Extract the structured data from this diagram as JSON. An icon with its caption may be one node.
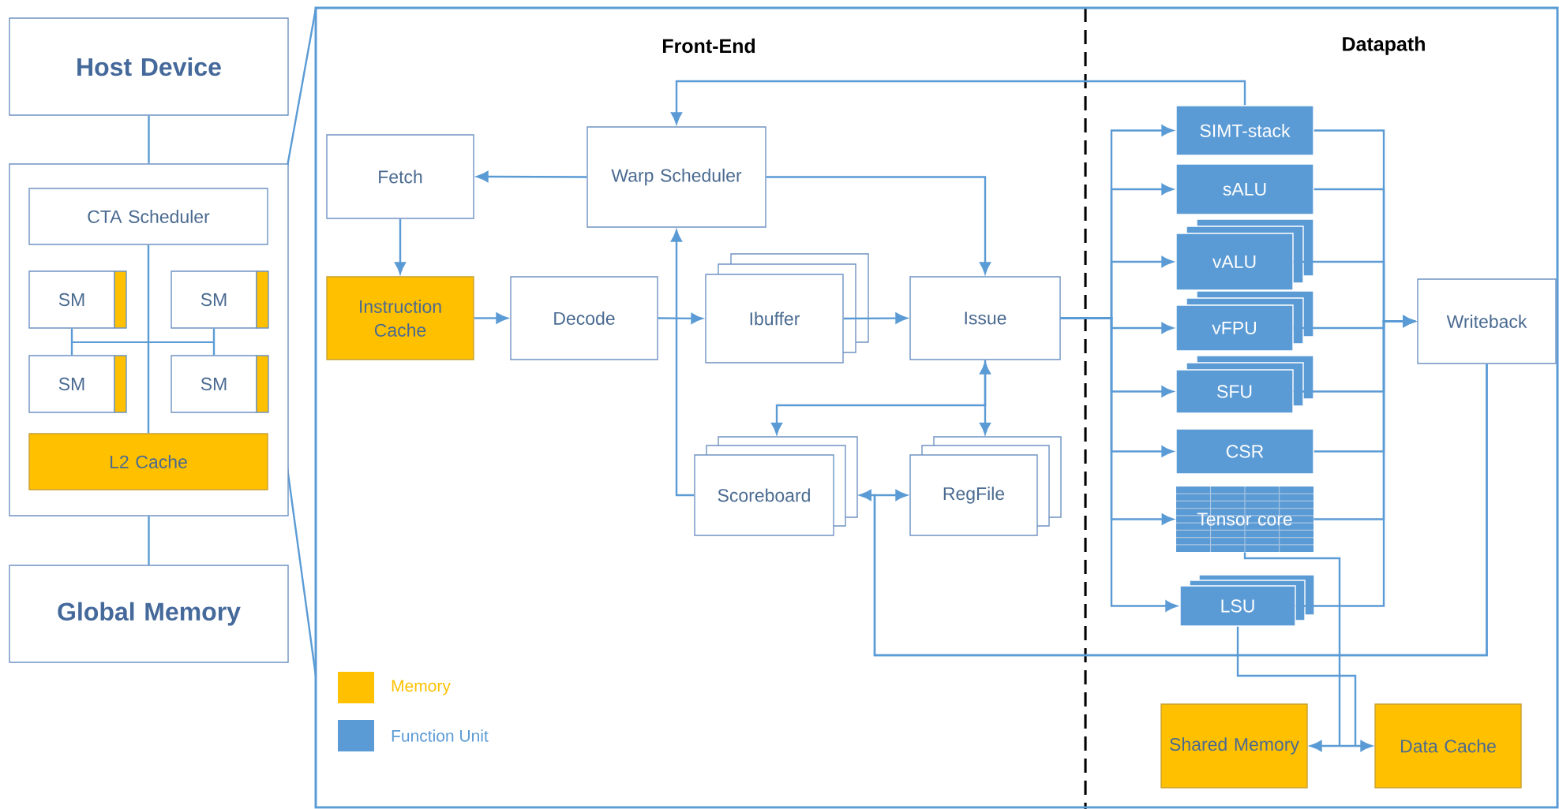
{
  "diagram": {
    "nodes": [
      {
        "text": [
          "Host Device"
        ]
      },
      {
        "text": [],
        "shape": "box"
      },
      {
        "text": [
          "CTA Scheduler"
        ],
        "in": 1
      },
      {
        "text": [
          "SM"
        ],
        "in": 1
      },
      {
        "text": [
          "SM"
        ],
        "in": 1
      },
      {
        "text": [
          "SM"
        ],
        "in": 1
      },
      {
        "text": [
          "SM"
        ],
        "in": 1
      },
      {
        "text": [
          "L2 Cache"
        ],
        "in": 1
      },
      {
        "text": [
          "Global Memory"
        ]
      },
      {
        "text": [
          "Front-End",
          "Datapath"
        ]
      },
      {
        "text": [
          "Fetch"
        ],
        "in": 9
      },
      {
        "text": [
          "Warp Scheduler"
        ],
        "in": 9
      },
      {
        "text": [
          "Instruction Cache"
        ],
        "in": 9
      },
      {
        "text": [
          "Decode"
        ],
        "in": 9
      },
      {
        "text": [
          "Ibuffer"
        ],
        "in": 9
      },
      {
        "text": [
          "Issue"
        ],
        "in": 9
      },
      {
        "text": [
          "Scoreboard"
        ],
        "in": 9
      },
      {
        "text": [
          "RegFile"
        ],
        "in": 9
      },
      {
        "text": [
          "SIMT-stack"
        ],
        "in": 9
      },
      {
        "text": [
          "sALU"
        ],
        "in": 9
      },
      {
        "text": [
          "vALU"
        ],
        "in": 9
      },
      {
        "text": [
          "vFPU"
        ],
        "in": 9
      },
      {
        "text": [
          "SFU"
        ],
        "in": 9
      },
      {
        "text": [
          "CSR"
        ],
        "in": 9
      },
      {
        "text": [
          "Tensor core"
        ],
        "in": 9
      },
      {
        "text": [
          "LSU"
        ],
        "in": 9
      },
      {
        "text": [
          "Writeback"
        ],
        "in": 9
      },
      {
        "text": [
          "Shared Memory"
        ],
        "in": 9
      },
      {
        "text": [
          "Data Cache"
        ],
        "in": 9
      }
    ],
    "edges": [
      {
        "from": 0,
        "to": 1,
        "arrow": "none"
      },
      {
        "from": 1,
        "to": 8,
        "arrow": "none"
      },
      {
        "from": 2,
        "to": 7,
        "arrow": "none"
      },
      {
        "from": 3,
        "to": 5,
        "arrow": "none"
      },
      {
        "from": 4,
        "to": 6,
        "arrow": "none"
      },
      {
        "from": 11,
        "to": 10,
        "arrow": "to"
      },
      {
        "from": 10,
        "to": 12,
        "arrow": "to"
      },
      {
        "from": 12,
        "to": 13,
        "arrow": "to"
      },
      {
        "from": 13,
        "to": 14,
        "arrow": "to"
      },
      {
        "from": 14,
        "to": 15,
        "arrow": "to"
      },
      {
        "from": 11,
        "to": 15,
        "arrow": "to"
      },
      {
        "from": 16,
        "to": 11,
        "arrow": "to"
      },
      {
        "from": 15,
        "to": 16,
        "arrow": "to"
      },
      {
        "from": 15,
        "to": 17,
        "arrow": "both"
      },
      {
        "from": 26,
        "to": 16,
        "arrow": "to"
      },
      {
        "from": 26,
        "to": 17,
        "arrow": "to"
      },
      {
        "from": 18,
        "to": 11,
        "arrow": "to"
      },
      {
        "from": 15,
        "to": 18,
        "arrow": "to"
      },
      {
        "from": 15,
        "to": 19,
        "arrow": "to"
      },
      {
        "from": 15,
        "to": 20,
        "arrow": "to"
      },
      {
        "from": 15,
        "to": 21,
        "arrow": "to"
      },
      {
        "from": 15,
        "to": 22,
        "arrow": "to"
      },
      {
        "from": 15,
        "to": 23,
        "arrow": "to"
      },
      {
        "from": 15,
        "to": 24,
        "arrow": "to"
      },
      {
        "from": 15,
        "to": 25,
        "arrow": "to"
      },
      {
        "from": 18,
        "to": 26,
        "arrow": "to"
      },
      {
        "from": 19,
        "to": 26,
        "arrow": "to"
      },
      {
        "from": 20,
        "to": 26,
        "arrow": "to"
      },
      {
        "from": 21,
        "to": 26,
        "arrow": "to"
      },
      {
        "from": 22,
        "to": 26,
        "arrow": "to"
      },
      {
        "from": 23,
        "to": 26,
        "arrow": "to"
      },
      {
        "from": 24,
        "to": 26,
        "arrow": "to"
      },
      {
        "from": 25,
        "to": 26,
        "arrow": "to"
      },
      {
        "from": 25,
        "to": 27,
        "arrow": "to"
      },
      {
        "from": 25,
        "to": 28,
        "arrow": "to"
      },
      {
        "from": 24,
        "to": 27,
        "arrow": "to"
      },
      {
        "from": 24,
        "to": 28,
        "arrow": "to"
      }
    ],
    "legend": [
      {
        "text": "Memory",
        "color": "#ffc000"
      },
      {
        "text": "Function Unit",
        "color": "#5b9bd5"
      }
    ]
  }
}
